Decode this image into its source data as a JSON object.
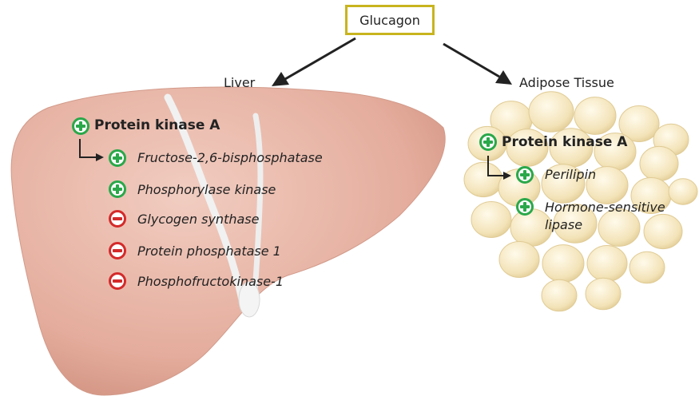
{
  "diagram": {
    "top_node": "Glucagon",
    "liver": {
      "label": "Liver",
      "kinase": {
        "label": "Protein kinase A",
        "effect": "activate"
      },
      "targets": [
        {
          "label": "Fructose-2,6-bisphosphatase",
          "effect": "activate"
        },
        {
          "label": "Phosphorylase kinase",
          "effect": "activate"
        },
        {
          "label": "Glycogen synthase",
          "effect": "inhibit"
        },
        {
          "label": "Protein phosphatase 1",
          "effect": "inhibit"
        },
        {
          "label": "Phosphofructokinase-1",
          "effect": "inhibit"
        }
      ]
    },
    "adipose": {
      "label": "Adipose Tissue",
      "kinase": {
        "label": "Protein kinase A",
        "effect": "activate"
      },
      "targets": [
        {
          "label": "Perilipin",
          "effect": "activate"
        },
        {
          "label": "Hormone-sensitive",
          "label_line2": "lipase",
          "effect": "activate"
        }
      ]
    },
    "colors": {
      "activate": "#2aa84a",
      "inhibit": "#d42a2a",
      "box_border": "#c8b41e",
      "liver_fill": "#e7b5a6",
      "adipose_fill": "#f4e7c2"
    }
  }
}
